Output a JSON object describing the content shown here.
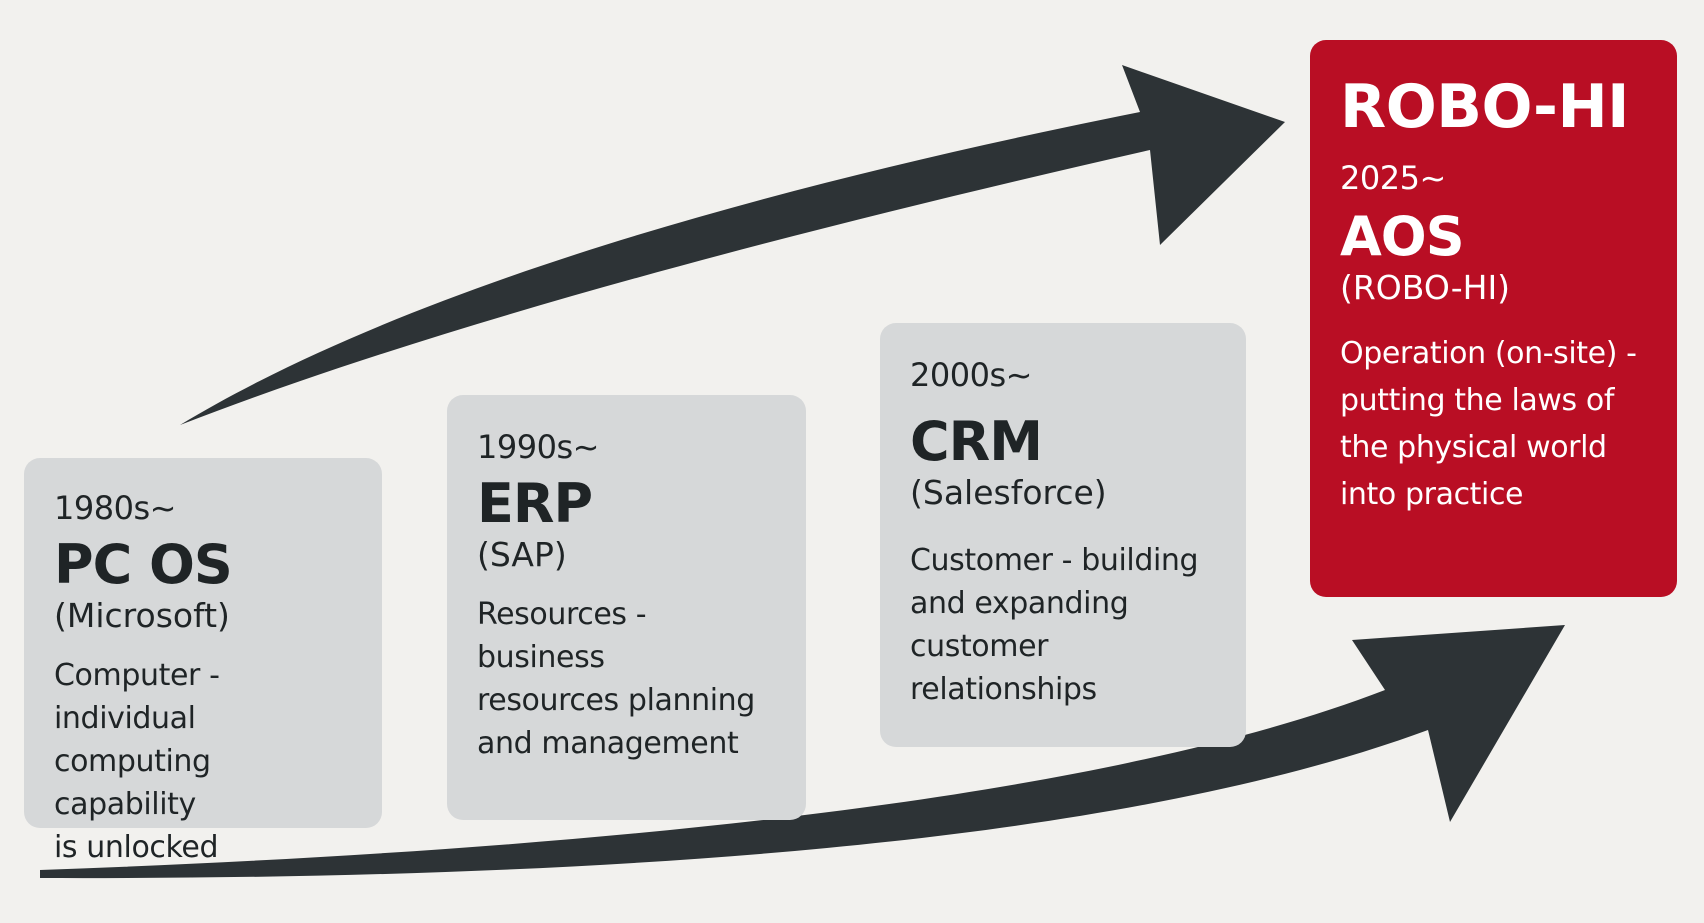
{
  "arrows": [
    {
      "name": "upper-growth-arrow",
      "color": "#2d3336"
    },
    {
      "name": "lower-growth-arrow",
      "color": "#2d3336"
    }
  ],
  "stages": [
    {
      "era": "1980s~",
      "name": "PC OS",
      "company": "(Microsoft)",
      "description_lines": [
        "Computer - individual",
        "computing capability",
        "is unlocked"
      ],
      "color": "#d6d8d9"
    },
    {
      "era": "1990s~",
      "name": "ERP",
      "company": "(SAP)",
      "description_lines": [
        "Resources - business",
        "resources planning",
        "and management"
      ],
      "color": "#d6d8d9"
    },
    {
      "era": "2000s~",
      "name": "CRM",
      "company": "(Salesforce)",
      "description_lines": [
        "Customer - building",
        "and expanding",
        "customer relationships"
      ],
      "color": "#d6d8d9"
    },
    {
      "headline": "ROBO-HI",
      "era": "2025~",
      "name": "AOS",
      "company": "(ROBO-HI)",
      "description_lines": [
        "Operation (on-site) -",
        "putting the laws of",
        "the physical world",
        "into practice"
      ],
      "color": "#b90e24"
    }
  ]
}
